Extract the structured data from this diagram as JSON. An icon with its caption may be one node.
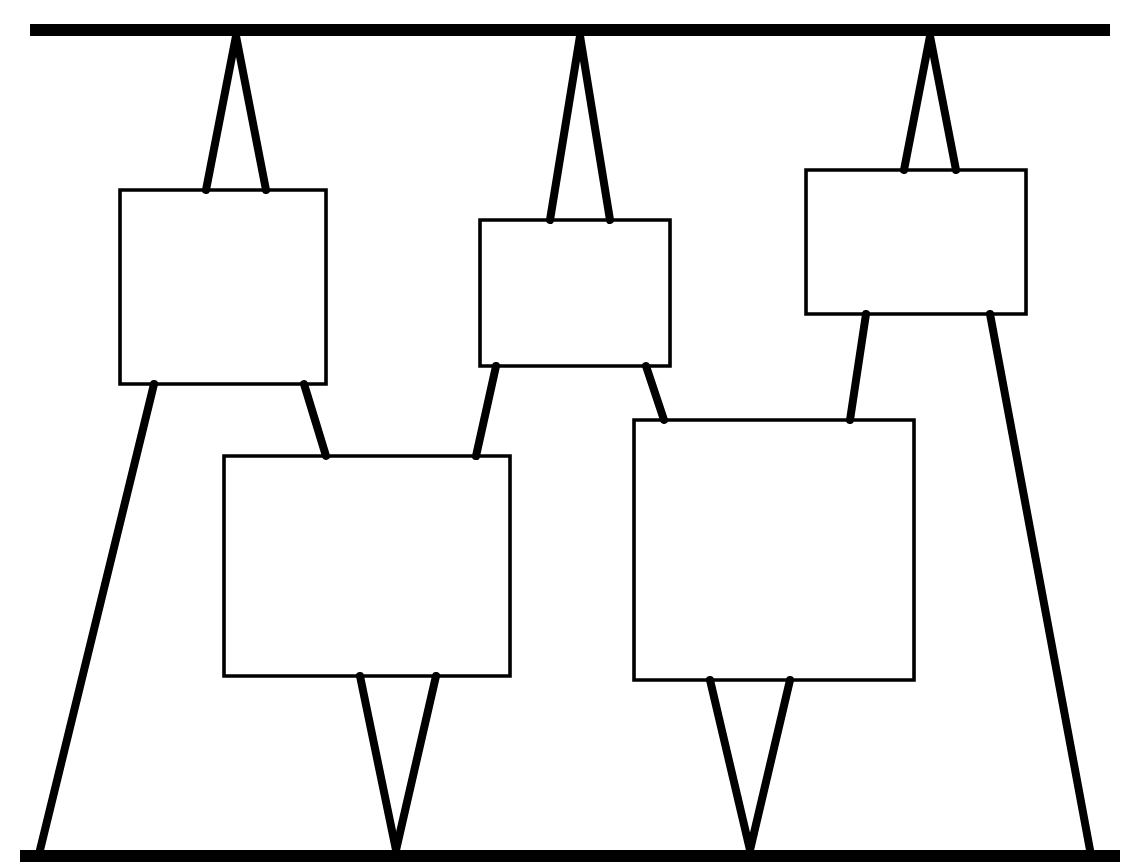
{
  "diagram": {
    "nodes": [
      {
        "text": [],
        "shape": "bar"
      },
      {
        "text": [],
        "shape": "box"
      },
      {
        "text": [],
        "shape": "box"
      },
      {
        "text": [],
        "shape": "box"
      },
      {
        "text": [],
        "shape": "box"
      },
      {
        "text": [],
        "shape": "box"
      },
      {
        "text": [],
        "shape": "bar"
      }
    ],
    "edges": [
      {
        "from": 0,
        "to": 1,
        "arrow": "none"
      },
      {
        "from": 0,
        "to": 1,
        "arrow": "none"
      },
      {
        "from": 0,
        "to": 2,
        "arrow": "none"
      },
      {
        "from": 0,
        "to": 2,
        "arrow": "none"
      },
      {
        "from": 0,
        "to": 3,
        "arrow": "none"
      },
      {
        "from": 0,
        "to": 3,
        "arrow": "none"
      },
      {
        "from": 1,
        "to": 6,
        "arrow": "none"
      },
      {
        "from": 1,
        "to": 4,
        "arrow": "none"
      },
      {
        "from": 2,
        "to": 4,
        "arrow": "none"
      },
      {
        "from": 2,
        "to": 5,
        "arrow": "none"
      },
      {
        "from": 4,
        "to": 6,
        "arrow": "none"
      },
      {
        "from": 4,
        "to": 6,
        "arrow": "none"
      },
      {
        "from": 5,
        "to": 6,
        "arrow": "none"
      },
      {
        "from": 5,
        "to": 6,
        "arrow": "none"
      },
      {
        "from": 5,
        "to": 3,
        "arrow": "none"
      },
      {
        "from": 3,
        "to": 6,
        "arrow": "none"
      }
    ]
  }
}
